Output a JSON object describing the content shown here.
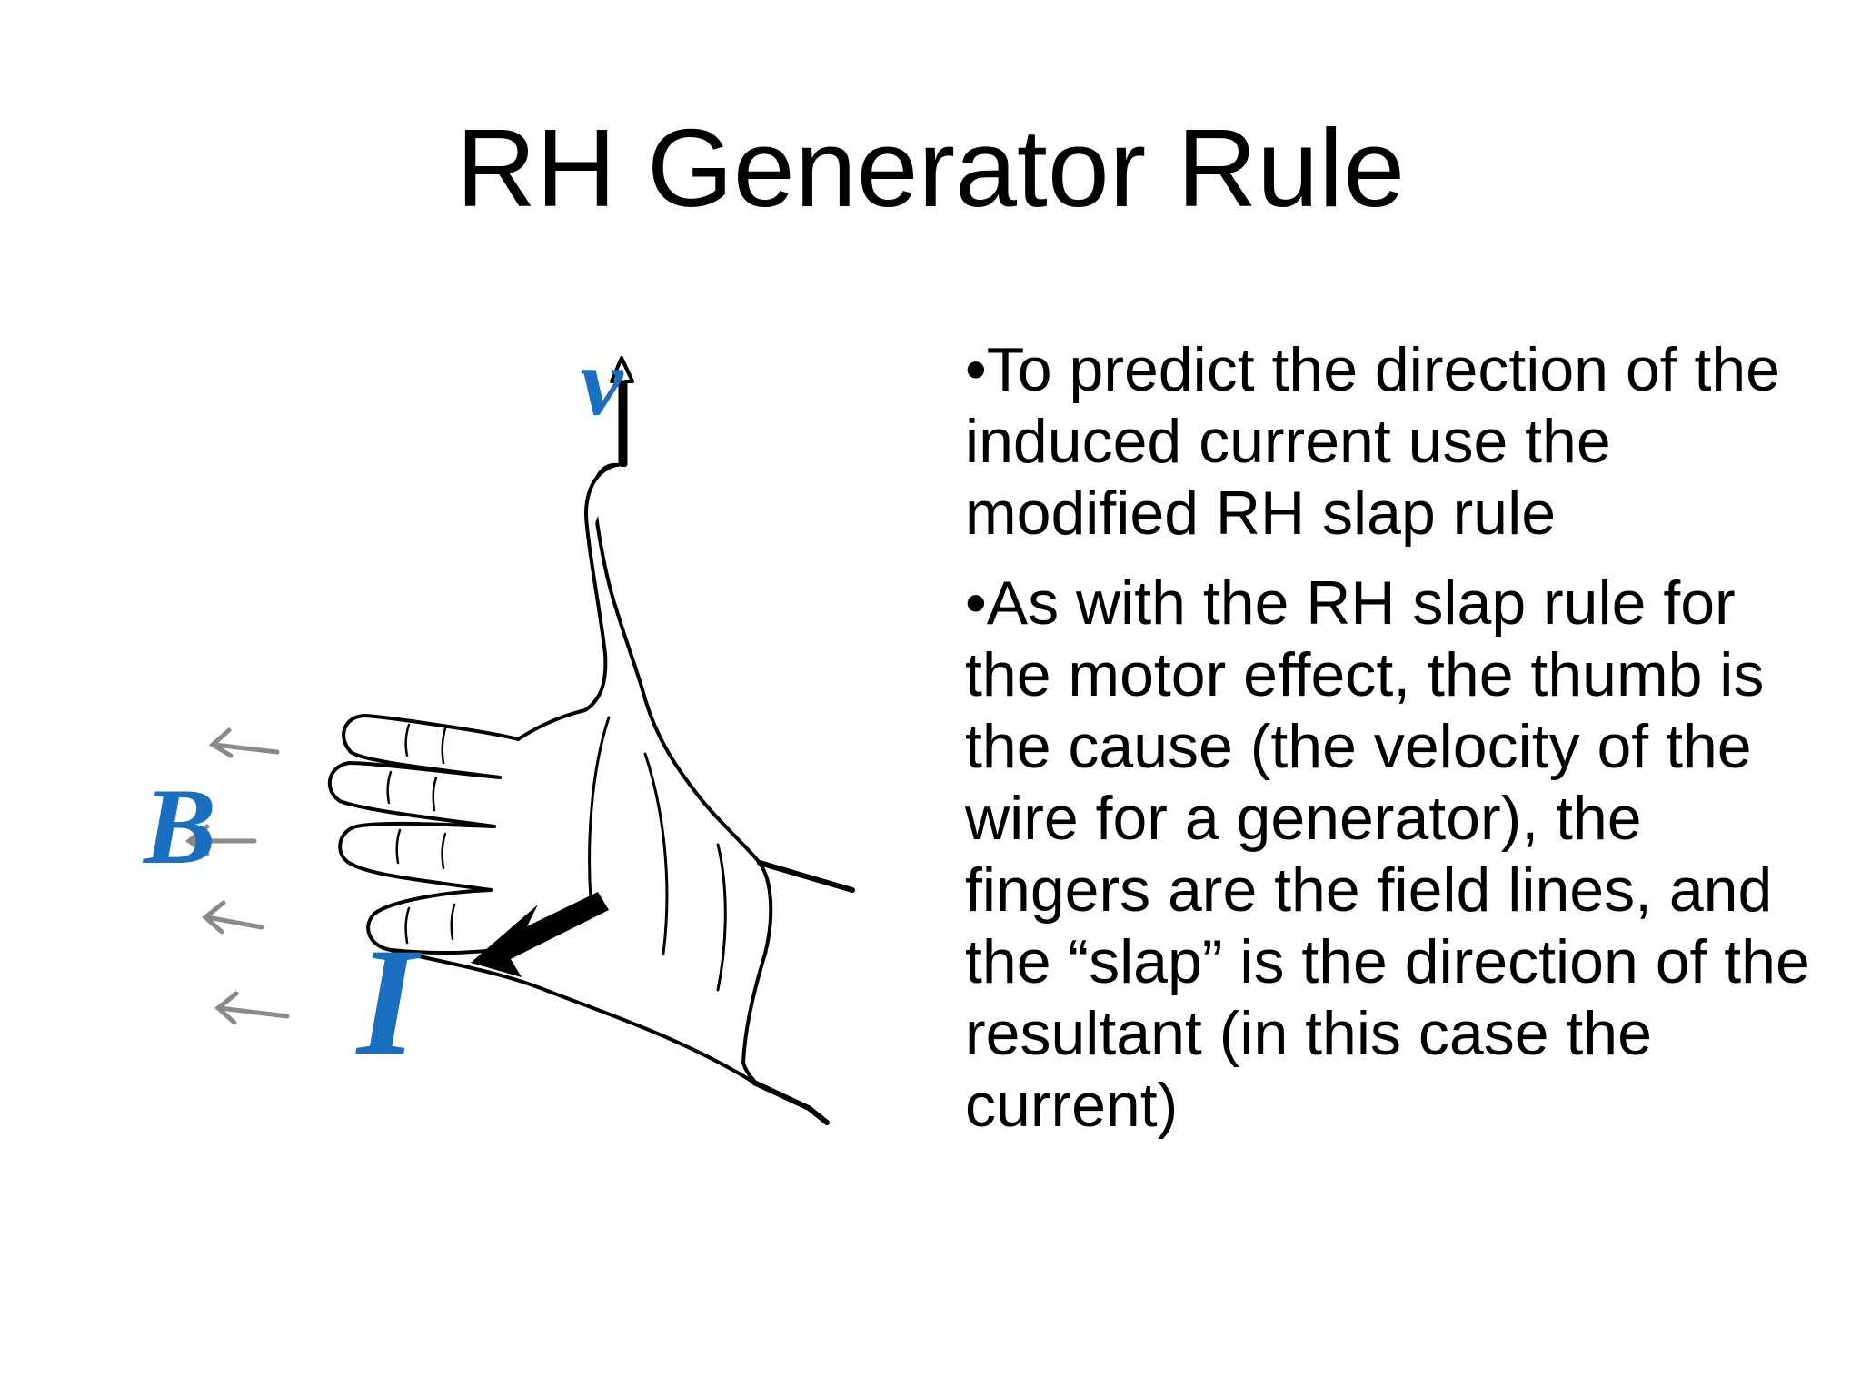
{
  "slide": {
    "title": "RH Generator Rule",
    "bullets": [
      "•To predict the direction of the induced current use the modified RH slap rule",
      "•As with the RH slap rule for the motor effect, the thumb is the cause (the velocity of the wire for a generator), the fingers are the field lines, and the “slap” is the direction of the resultant (in this case the current)"
    ]
  },
  "figure": {
    "labels": {
      "velocity": "v",
      "field": "B",
      "current": "I"
    },
    "colors": {
      "label_blue": "#1a6fc0",
      "field_arrow_gray": "#8a8a8a",
      "outline": "#000000"
    },
    "icons": [
      "right-hand-illustration",
      "velocity-arrow",
      "field-arrows",
      "current-arrow"
    ]
  }
}
